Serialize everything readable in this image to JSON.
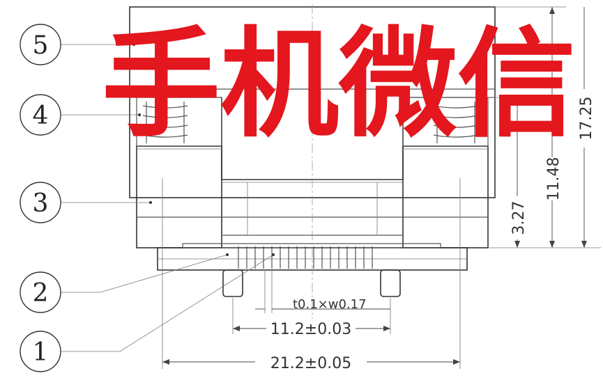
{
  "callouts": [
    {
      "label": "5"
    },
    {
      "label": "4"
    },
    {
      "label": "3"
    },
    {
      "label": "2"
    },
    {
      "label": "1"
    }
  ],
  "dimensions": {
    "contact": "t0.1×w0.17",
    "pitch_width": "11.2±0.03",
    "overall_width": "21.2±0.05",
    "height_low": "3.27",
    "height_mid": "11.48",
    "height_full": "17.25"
  },
  "watermark": {
    "text": "手机微信"
  },
  "colors": {
    "line": "#555555",
    "watermark": "#e3171d"
  }
}
